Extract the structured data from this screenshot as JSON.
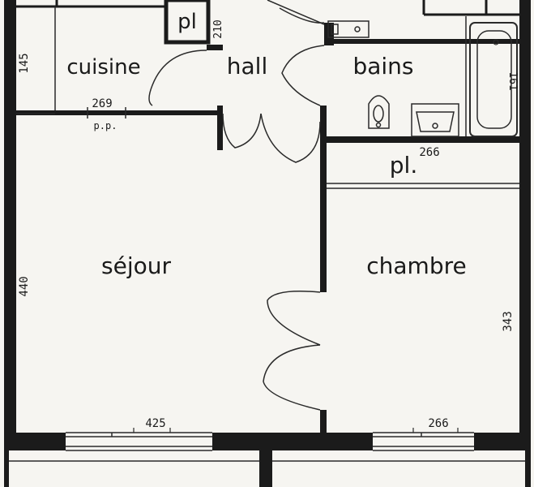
{
  "rooms": {
    "cuisine": "cuisine",
    "hall": "hall",
    "bains": "bains",
    "sejour": "séjour",
    "chambre": "chambre",
    "placard_top": "pl",
    "placard_mid": "pl."
  },
  "dimensions": {
    "cuisine_height": "145",
    "hall_height": "210",
    "cuisine_width": "269",
    "pp": "p.p.",
    "placard_width": "266",
    "sejour_height": "440",
    "sejour_width": "425",
    "chambre_width": "266",
    "chambre_height": "343",
    "bath_length": "161"
  },
  "colors": {
    "wall": "#1b1b1b",
    "line": "#2a2a2a",
    "paper": "#f6f5f1"
  }
}
